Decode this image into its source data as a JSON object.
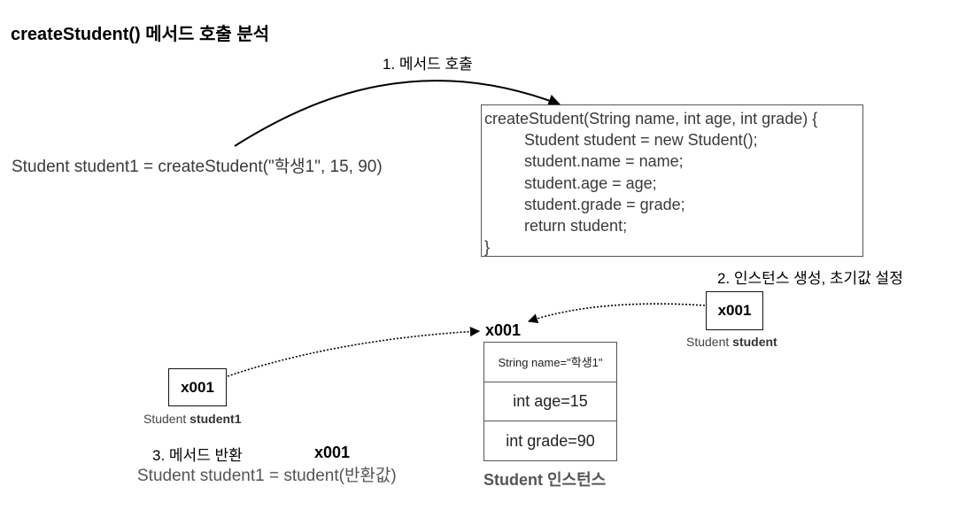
{
  "title": "createStudent() 메서드 호출 분석",
  "steps": {
    "call": "1. 메서드 호출",
    "create": "2. 인스턴스 생성, 초기값 설정",
    "return": "3. 메서드 반환"
  },
  "call_expression": "Student student1 = createStudent(\"학생1\", 15, 90)",
  "method_code": [
    "createStudent(String name, int age, int grade) {",
    "Student student = new Student();",
    "student.name = name;",
    "student.age = age;",
    "student.grade = grade;",
    "return student;",
    "}"
  ],
  "local_ref": {
    "value": "x001",
    "type": "Student",
    "name": "student"
  },
  "result_ref": {
    "value": "x001",
    "type": "Student",
    "name": "student1"
  },
  "instance": {
    "ref": "x001",
    "fields": [
      "String name=\"학생1\"",
      "int age=15",
      "int grade=90"
    ],
    "caption": "Student 인스턴스"
  },
  "return_value": "x001",
  "return_expression": "Student student1 = student(반환값)"
}
